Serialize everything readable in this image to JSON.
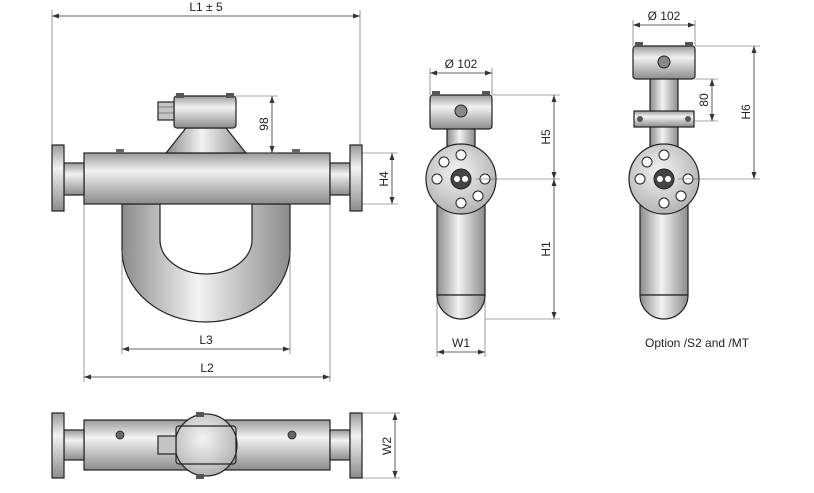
{
  "labels": {
    "l1": "L1 ± 5",
    "l2": "L2",
    "l3": "L3",
    "h1": "H1",
    "h4": "H4",
    "h5": "H5",
    "h6": "H6",
    "w1": "W1",
    "w2": "W2",
    "d98": "98",
    "d80": "80",
    "dia_side": "Ø 102",
    "dia_option": "Ø 102",
    "option_caption": "Option /S2 and /MT"
  },
  "colors": {
    "metal_light": "#e6e6e6",
    "metal_mid": "#bdbdbd",
    "metal_dark": "#8a8a8a",
    "line": "#222222"
  }
}
